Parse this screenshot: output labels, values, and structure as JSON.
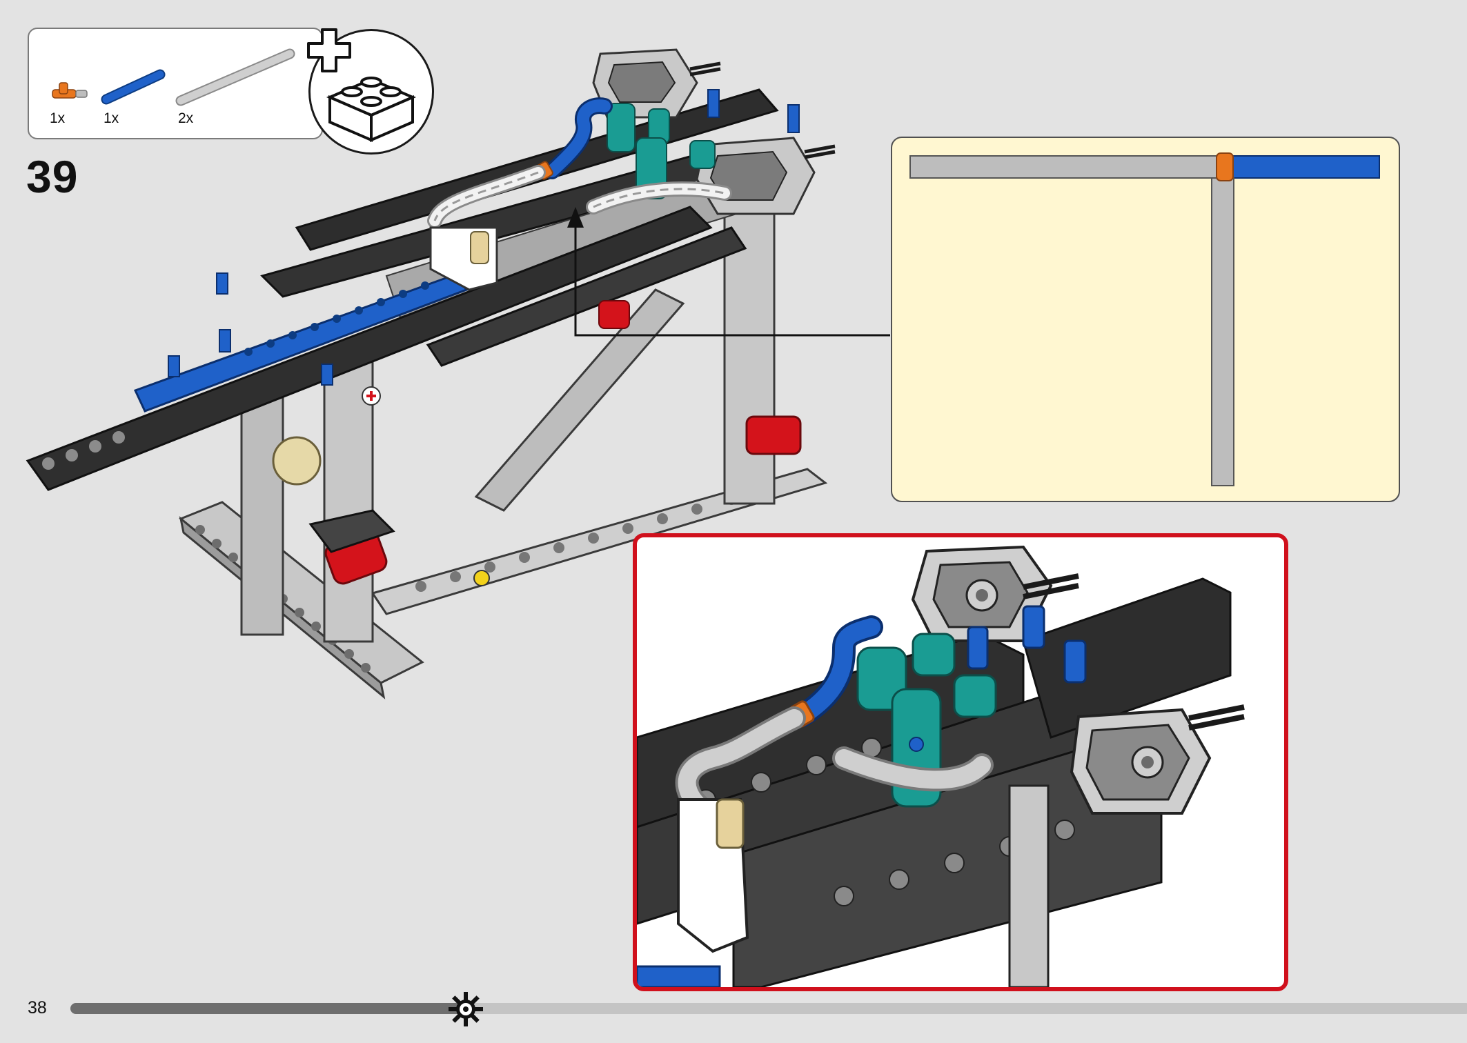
{
  "parts_list": {
    "items": [
      {
        "name": "orange-tube-connector",
        "count": "1x",
        "color": "#e8761e"
      },
      {
        "name": "blue-tube",
        "count": "1x",
        "color": "#1f61c9"
      },
      {
        "name": "gray-tube",
        "count": "2x",
        "color": "#bdbdbd"
      }
    ]
  },
  "step": {
    "number": "39"
  },
  "page": {
    "number": "38",
    "progress": 0.28
  },
  "colors": {
    "frame_red": "#d0101c",
    "callout_yellow": "#fff7d1",
    "tube_blue": "#1f61c9",
    "tube_gray": "#bdbdbd",
    "connector_orange": "#e8761e",
    "beam_dark": "#2d2d2d",
    "beam_light": "#c8c8c8",
    "pin_red": "#d4131b",
    "pin_teal": "#1a9c93"
  },
  "icons": [
    "plus-icon",
    "brick-icon",
    "gear-marker-icon",
    "arrow-up-icon"
  ]
}
